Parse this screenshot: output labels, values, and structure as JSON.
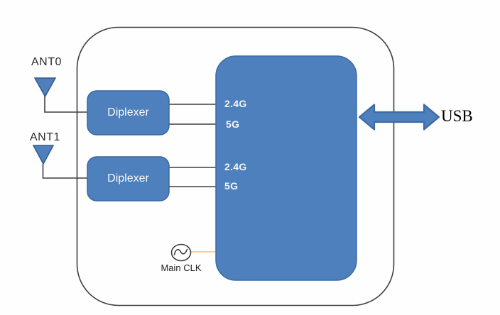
{
  "diagram": {
    "antennas": [
      {
        "label": "ANT0",
        "icon": "antenna-icon"
      },
      {
        "label": "ANT1",
        "icon": "antenna-icon"
      }
    ],
    "diplexers": [
      {
        "label": "Diplexer"
      },
      {
        "label": "Diplexer"
      }
    ],
    "chip_ports": [
      {
        "label": "2.4G"
      },
      {
        "label": "5G"
      },
      {
        "label": "2.4G"
      },
      {
        "label": "5G"
      }
    ],
    "clock": {
      "label": "Main CLK",
      "icon": "oscillator-icon"
    },
    "usb": {
      "label": "USB",
      "icon": "usb-double-arrow-icon"
    },
    "colors": {
      "block_fill": "#4d80bc",
      "block_border": "#3a68a0",
      "wire": "#3f3f3f",
      "outer_border": "#3f3f3f",
      "clock_wire": "#f2cfa7",
      "diplexer_text": "#ffffff",
      "port_text": "#f4f4f0",
      "antenna_label_text": "#2b2b2b",
      "usb_text": "#000000"
    }
  }
}
